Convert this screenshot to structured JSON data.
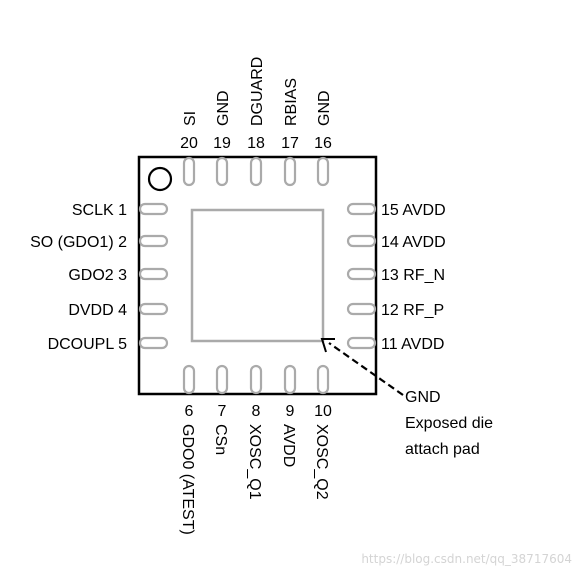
{
  "pins_left": [
    {
      "number": "1",
      "name": "SCLK"
    },
    {
      "number": "2",
      "name": "SO (GDO1)"
    },
    {
      "number": "3",
      "name": "GDO2"
    },
    {
      "number": "4",
      "name": "DVDD"
    },
    {
      "number": "5",
      "name": "DCOUPL"
    }
  ],
  "pins_bottom": [
    {
      "number": "6",
      "name": "GDO0 (ATEST)"
    },
    {
      "number": "7",
      "name": "CSn"
    },
    {
      "number": "8",
      "name": "XOSC_Q1"
    },
    {
      "number": "9",
      "name": "AVDD"
    },
    {
      "number": "10",
      "name": "XOSC_Q2"
    }
  ],
  "pins_right": [
    {
      "number": "11",
      "name": "AVDD"
    },
    {
      "number": "12",
      "name": "RF_P"
    },
    {
      "number": "13",
      "name": "RF_N"
    },
    {
      "number": "14",
      "name": "AVDD"
    },
    {
      "number": "15",
      "name": "AVDD"
    }
  ],
  "pins_top": [
    {
      "number": "16",
      "name": "GND"
    },
    {
      "number": "17",
      "name": "RBIAS"
    },
    {
      "number": "18",
      "name": "DGUARD"
    },
    {
      "number": "19",
      "name": "GND"
    },
    {
      "number": "20",
      "name": "SI"
    }
  ],
  "pad_callout": {
    "line1": "GND",
    "line2": "Exposed die",
    "line3": "attach pad"
  },
  "watermark": "https://blog.csdn.net/qq_38717604",
  "colors": {
    "outline": "#000000",
    "pad": "#aaaaaa",
    "watermark": "#d4d4d4"
  }
}
